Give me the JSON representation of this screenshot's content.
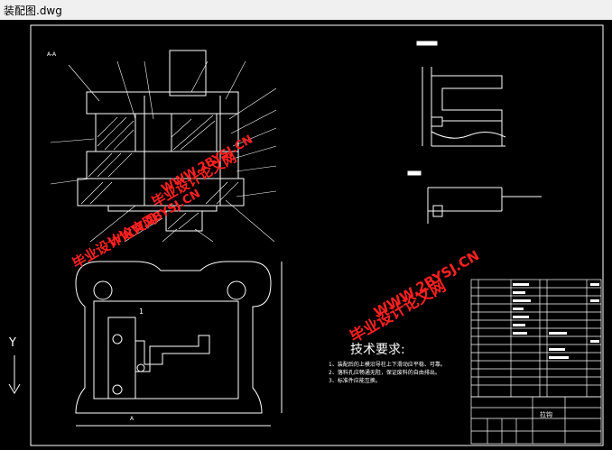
{
  "window": {
    "title": "装配图.dwg"
  },
  "drawing": {
    "section_label": "A-A",
    "tech_req_title": "技术要求:",
    "tech_req_items": [
      "1、装配后的上模沿导柱上下滑动应平稳、可靠。",
      "2、落料孔应畅通无阻，保证废料的自由排出。",
      "3、标准件应能互换。"
    ],
    "ucs_y_label": "Y",
    "dimension_marker": "A",
    "title_block_name": "拉钩",
    "part_mark": "1"
  },
  "watermarks": [
    {
      "text": "毕业设计论文网"
    },
    {
      "text": "WWW.2BYSJ.CN"
    },
    {
      "text": "毕业设计论文网"
    },
    {
      "text": "WWW.2BYSJ.CN"
    },
    {
      "text": "毕业设计论文网"
    },
    {
      "text": "WWW.2BYSJ.CN"
    }
  ],
  "colors": {
    "background": "#000000",
    "lines": "#ffffff",
    "watermark": "#ff2020",
    "titlebar": "#f0f0f0"
  }
}
